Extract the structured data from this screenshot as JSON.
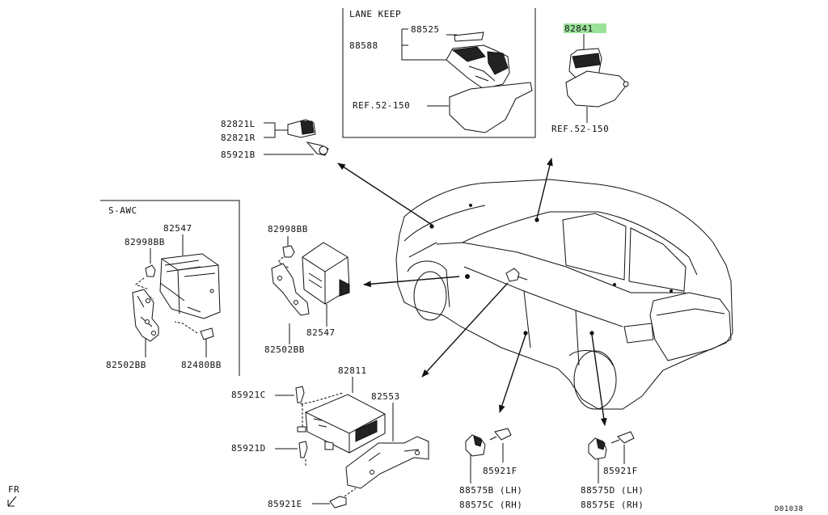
{
  "colors": {
    "line": "#111111",
    "highlight": "#9be39b",
    "background": "#ffffff"
  },
  "lane_keep": {
    "title": "LANE KEEP",
    "bracket": "88588",
    "part": "88525",
    "ref": "REF.52-150"
  },
  "camera": {
    "part": "82841",
    "ref": "REF.52-150"
  },
  "front_sensor": {
    "part_l": "82821L",
    "part_r": "82821R",
    "bolt": "85921B"
  },
  "sawc": {
    "title": "S-AWC",
    "unit": "82547",
    "nut": "82998BB",
    "bracket": "82502BB",
    "bolt": "82480BB"
  },
  "center_unit": {
    "nut": "82998BB",
    "unit": "82547",
    "bracket": "82502BB"
  },
  "srs": {
    "unit": "82811",
    "bracket": "82553",
    "bolt_c": "85921C",
    "bolt_d": "85921D",
    "bolt_e": "85921E"
  },
  "side_lh": {
    "bolt": "85921F",
    "sensor_1": "88575B (LH)",
    "sensor_2": "88575C (RH)"
  },
  "side_rh": {
    "bolt": "85921F",
    "sensor_1": "88575D (LH)",
    "sensor_2": "88575E (RH)"
  },
  "footer": {
    "fr_label": "FR",
    "diagram_code": "D01038"
  }
}
